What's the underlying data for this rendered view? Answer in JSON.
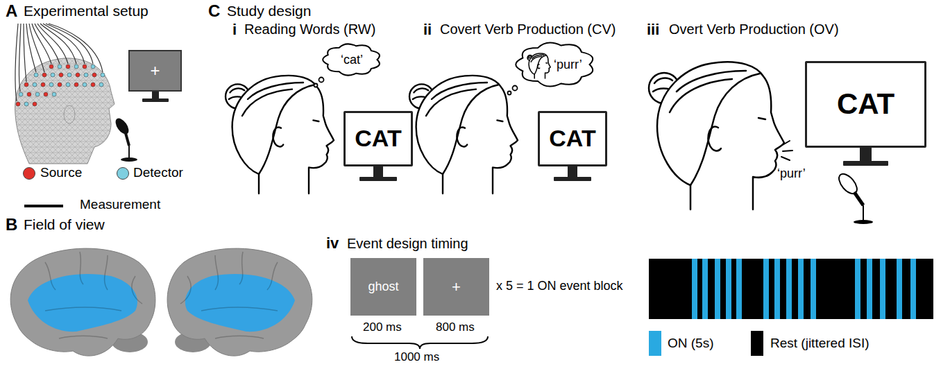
{
  "diagram": {
    "nodes": [
      {
        "text": [
          "+"
        ]
      },
      {
        "text": [
          "‘cat’"
        ]
      },
      {
        "text": [
          "CAT"
        ]
      },
      {
        "text": [
          "‘purr’"
        ]
      },
      {
        "text": [
          "CAT"
        ]
      },
      {
        "text": [
          "CAT"
        ]
      },
      {
        "text": [
          "ghost"
        ]
      },
      {
        "text": [
          "+"
        ]
      }
    ],
    "labels": [
      "A",
      "Experimental setup",
      "B",
      "Field of view",
      "C",
      "Study design",
      "i",
      "Reading Words (RW)",
      "ii",
      "Covert Verb Production (CV)",
      "iii",
      "Overt Verb Production (OV)",
      "‘purr’",
      "iv",
      "Event design timing",
      "x 5 = 1 ON event block",
      "200 ms",
      "800 ms",
      "1000 ms"
    ],
    "legend": [
      {
        "text": "Source",
        "color": "#e0312b"
      },
      {
        "text": "Detector",
        "color": "#7fcfe0"
      },
      {
        "text": "Measurement"
      },
      {
        "text": "ON (5s)",
        "color": "#29a9e1"
      },
      {
        "text": "Rest (jittered ISI)",
        "color": "#000000"
      }
    ]
  }
}
